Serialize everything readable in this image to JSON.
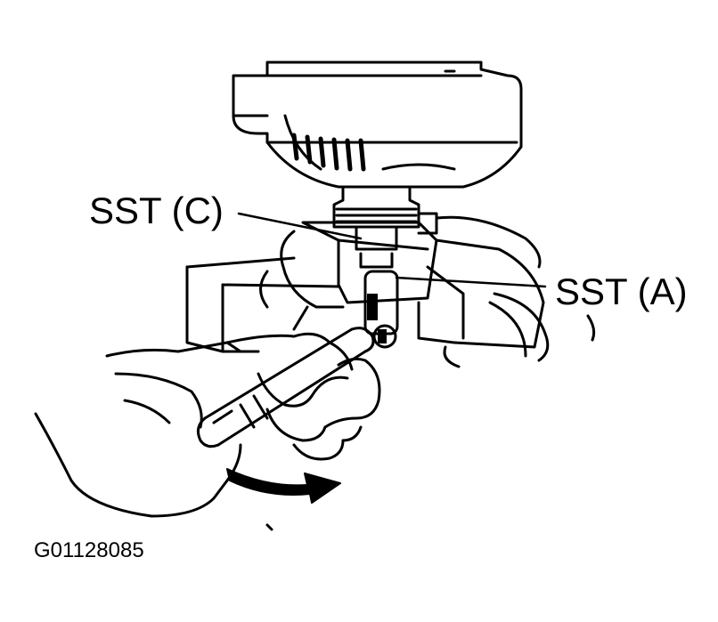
{
  "labels": {
    "sst_c": "SST (C)",
    "sst_a": "SST (A)"
  },
  "figure_id": "G01128085",
  "colors": {
    "ink": "#000000",
    "paper": "#ffffff"
  }
}
